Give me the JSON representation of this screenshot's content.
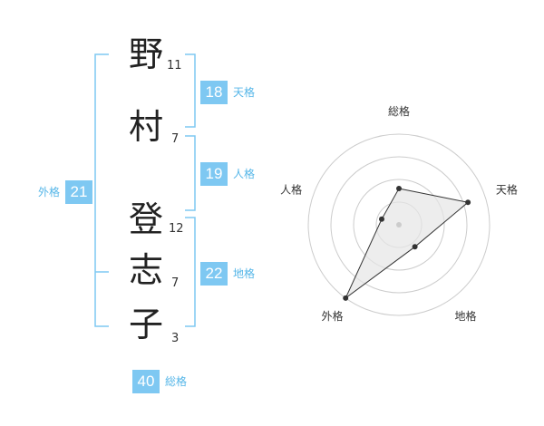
{
  "name": {
    "kanji": [
      {
        "char": "野",
        "strokes": "11"
      },
      {
        "char": "村",
        "strokes": "7"
      },
      {
        "char": "登",
        "strokes": "12"
      },
      {
        "char": "志",
        "strokes": "7"
      },
      {
        "char": "子",
        "strokes": "3"
      }
    ]
  },
  "fortunes": {
    "tenkaku": {
      "value": "18",
      "label": "天格"
    },
    "jinkaku": {
      "value": "19",
      "label": "人格"
    },
    "chikaku": {
      "value": "22",
      "label": "地格"
    },
    "gaikaku": {
      "value": "21",
      "label": "外格"
    },
    "soukaku": {
      "value": "40",
      "label": "総格"
    }
  },
  "colors": {
    "accent": "#7ec8f2",
    "bracket": "#7ec8f2",
    "label": "#55b6e8",
    "radar_fill": "#e6e6e6",
    "radar_ring": "#cccccc",
    "radar_point": "#333333"
  },
  "chart_data": {
    "type": "radar",
    "axes": [
      "総格",
      "天格",
      "地格",
      "外格",
      "人格"
    ],
    "values": [
      2.0,
      4.0,
      1.5,
      5.0,
      1.0
    ],
    "range": [
      0,
      5
    ],
    "rings": 4
  }
}
